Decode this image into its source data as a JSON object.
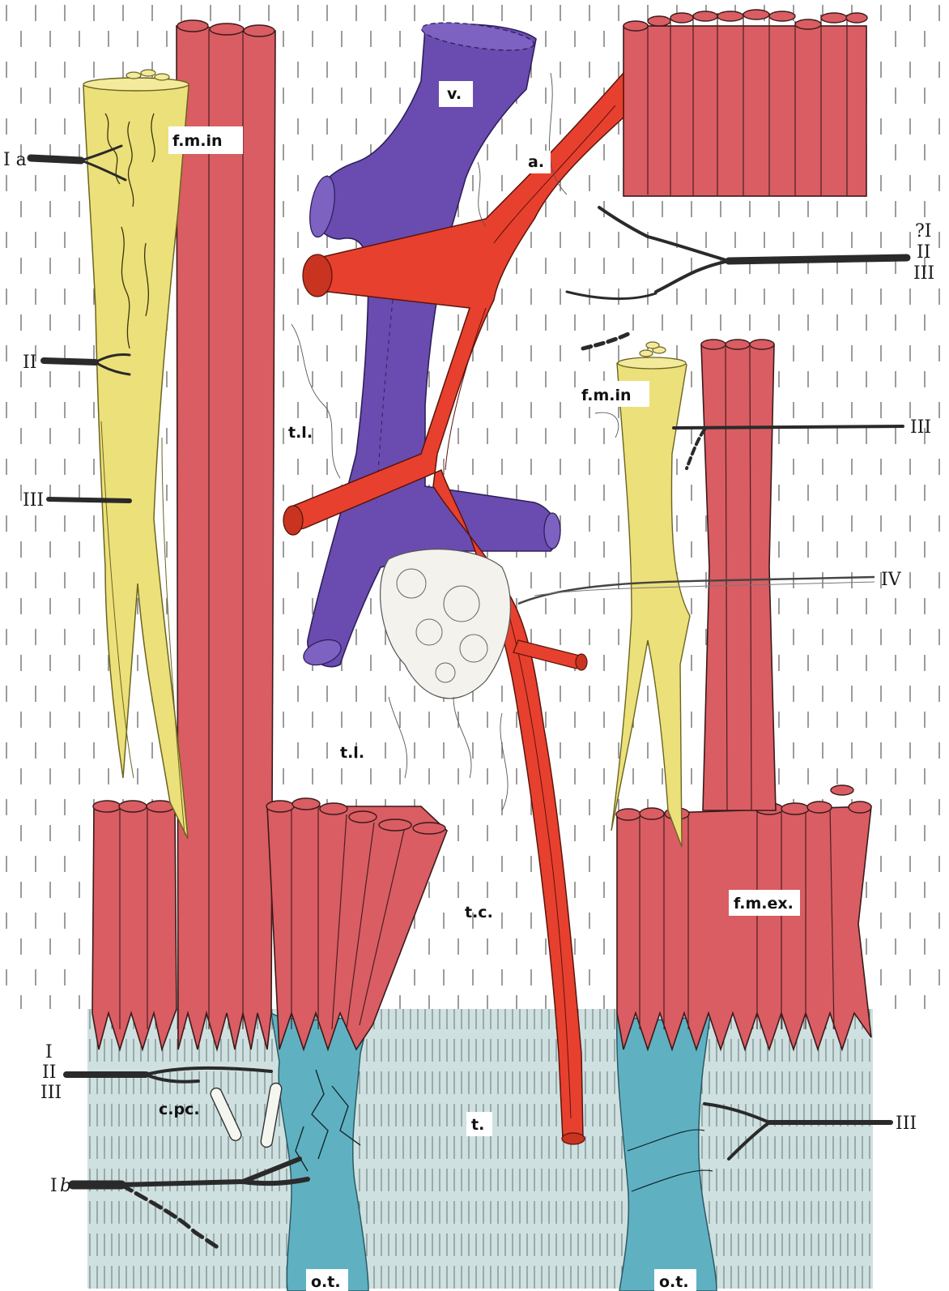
{
  "colors": {
    "muscle": "#d95d63",
    "artery": "#e8402e",
    "vein": "#6a4cb0",
    "spindle": "#ece07a",
    "tendon_bg": "#cfe0e0",
    "tendon_organ": "#5fb1c2",
    "nerve": "#2a2a2a"
  },
  "labels": {
    "v": "v.",
    "a": "a.",
    "fmin_left": "f.m.in",
    "fmin_right": "f.m.in",
    "tl_upper": "t.l.",
    "tl_lower": "t.l.",
    "tc": "t.c.",
    "fmex": "f.m.ex.",
    "t": "t.",
    "cpc": "c.pc.",
    "ot_left": "o.t.",
    "ot_right": "o.t."
  },
  "nerve_labels": {
    "Ia": "I a",
    "II_left": "II",
    "III_left": "III",
    "qI": "?I",
    "II_right": "II",
    "III_right_top": "III",
    "III_right_mid": "III",
    "IV": "IV",
    "I_bottom": "I",
    "II_bottom": "II",
    "III_bottom": "III",
    "Ib_I": "I",
    "Ib_b": "b",
    "III_bottom_right": "III"
  },
  "icons": [
    "muscle-fiber-bundle",
    "blood-vessel",
    "nerve-fiber",
    "muscle-spindle",
    "tendon-organ",
    "pacinian-corpuscle"
  ]
}
